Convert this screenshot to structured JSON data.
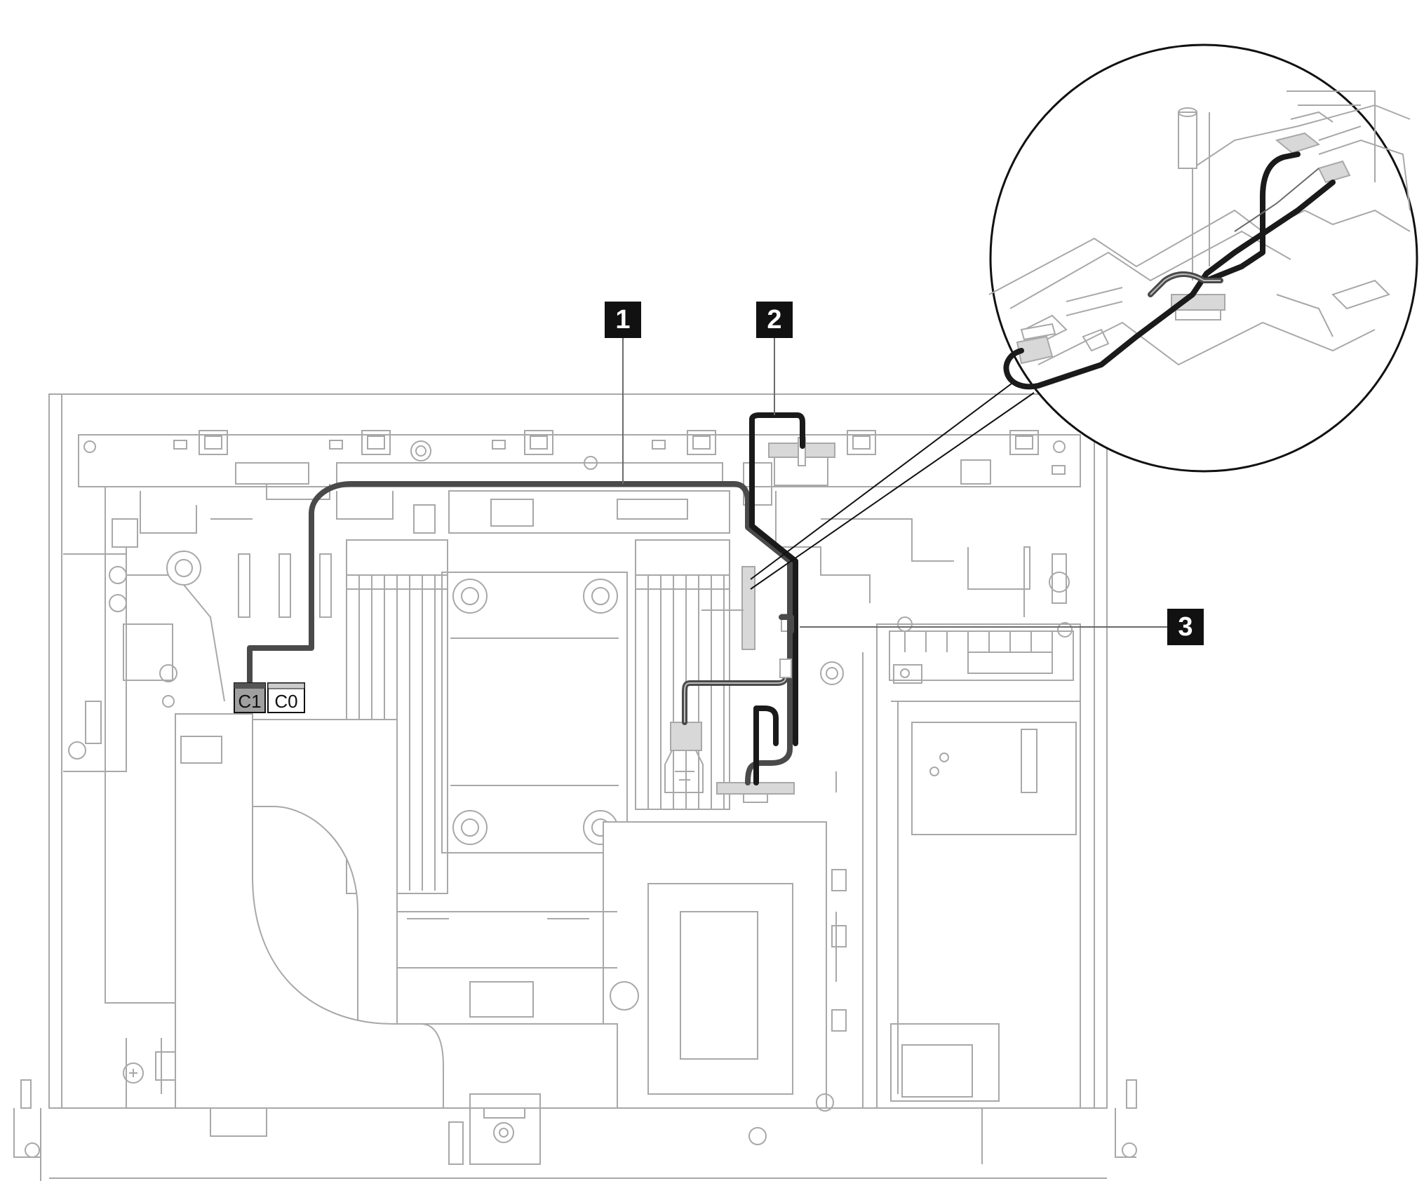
{
  "callouts": [
    {
      "id": "1",
      "label": "1"
    },
    {
      "id": "2",
      "label": "2"
    },
    {
      "id": "3",
      "label": "3"
    }
  ],
  "connectors": {
    "c1": "C1",
    "c0": "C0"
  },
  "colors": {
    "outline": "#a8a8a8",
    "cable_primary": "#1a1a1a",
    "cable_secondary": "#4a4a4a",
    "callout_background": "#111111",
    "callout_text": "#ffffff"
  }
}
